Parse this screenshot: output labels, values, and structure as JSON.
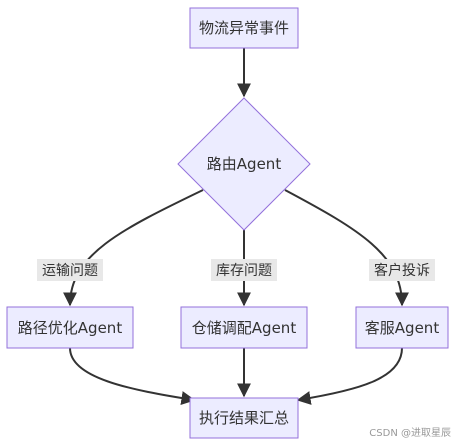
{
  "nodes": {
    "start": "物流异常事件",
    "router": "路由Agent",
    "route_agent": "路径优化Agent",
    "warehouse_agent": "仓储调配Agent",
    "service_agent": "客服Agent",
    "summary": "执行结果汇总"
  },
  "edge_labels": {
    "transport": "运输问题",
    "inventory": "库存问题",
    "complaint": "客户投诉"
  },
  "watermark": "CSDN @进取星辰",
  "colors": {
    "node_fill": "#ECECFF",
    "node_stroke": "#9370DB",
    "edge": "#333333",
    "label_bg": "#E8E8E8"
  }
}
